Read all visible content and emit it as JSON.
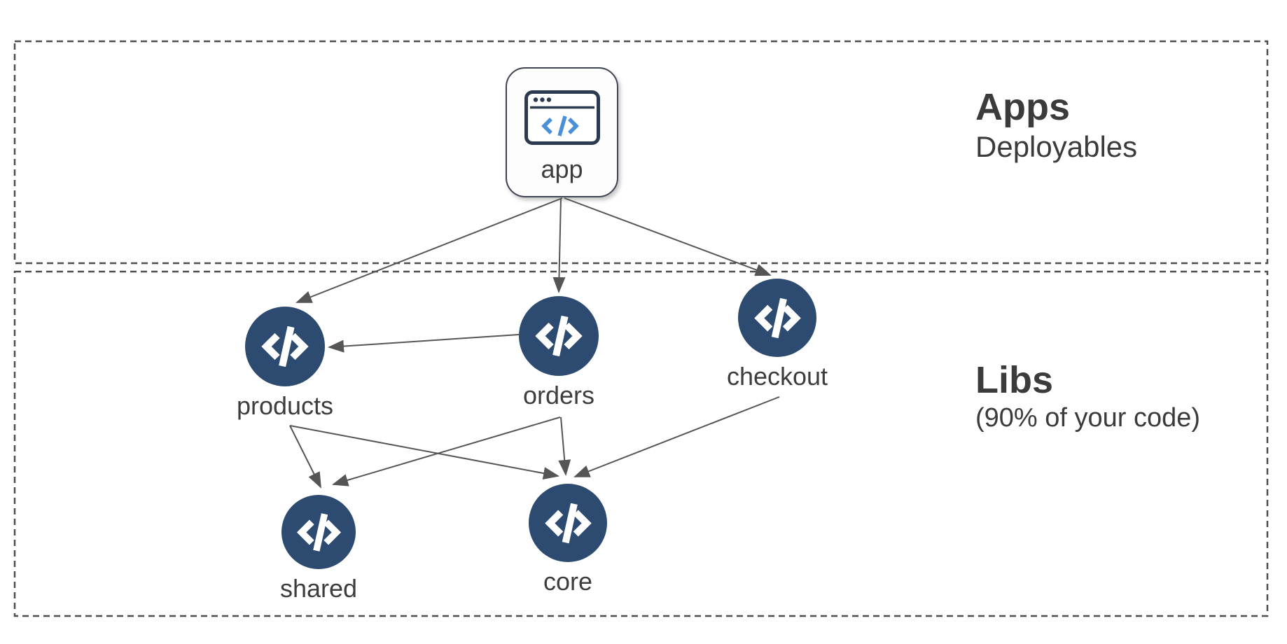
{
  "sections": {
    "apps": {
      "title": "Apps",
      "subtitle": "Deployables"
    },
    "libs": {
      "title": "Libs",
      "subtitle": "(90% of your code)"
    }
  },
  "nodes": {
    "app": {
      "label": "app",
      "kind": "application",
      "icon": "browser-window-code-icon"
    },
    "products": {
      "label": "products",
      "kind": "library",
      "icon": "code-icon"
    },
    "orders": {
      "label": "orders",
      "kind": "library",
      "icon": "code-icon"
    },
    "checkout": {
      "label": "checkout",
      "kind": "library",
      "icon": "code-icon"
    },
    "shared": {
      "label": "shared",
      "kind": "library",
      "icon": "code-icon"
    },
    "core": {
      "label": "core",
      "kind": "library",
      "icon": "code-icon"
    }
  },
  "edges": [
    {
      "from": "app",
      "to": "products"
    },
    {
      "from": "app",
      "to": "orders"
    },
    {
      "from": "app",
      "to": "checkout"
    },
    {
      "from": "orders",
      "to": "products"
    },
    {
      "from": "products",
      "to": "shared"
    },
    {
      "from": "products",
      "to": "core"
    },
    {
      "from": "orders",
      "to": "shared"
    },
    {
      "from": "orders",
      "to": "core"
    },
    {
      "from": "checkout",
      "to": "core"
    }
  ],
  "colors": {
    "node_fill": "#2d4b70",
    "arrow": "#555555",
    "dashed_border": "#4d4d4d",
    "text": "#3d3d3d",
    "app_icon_accent": "#4a90d8"
  }
}
